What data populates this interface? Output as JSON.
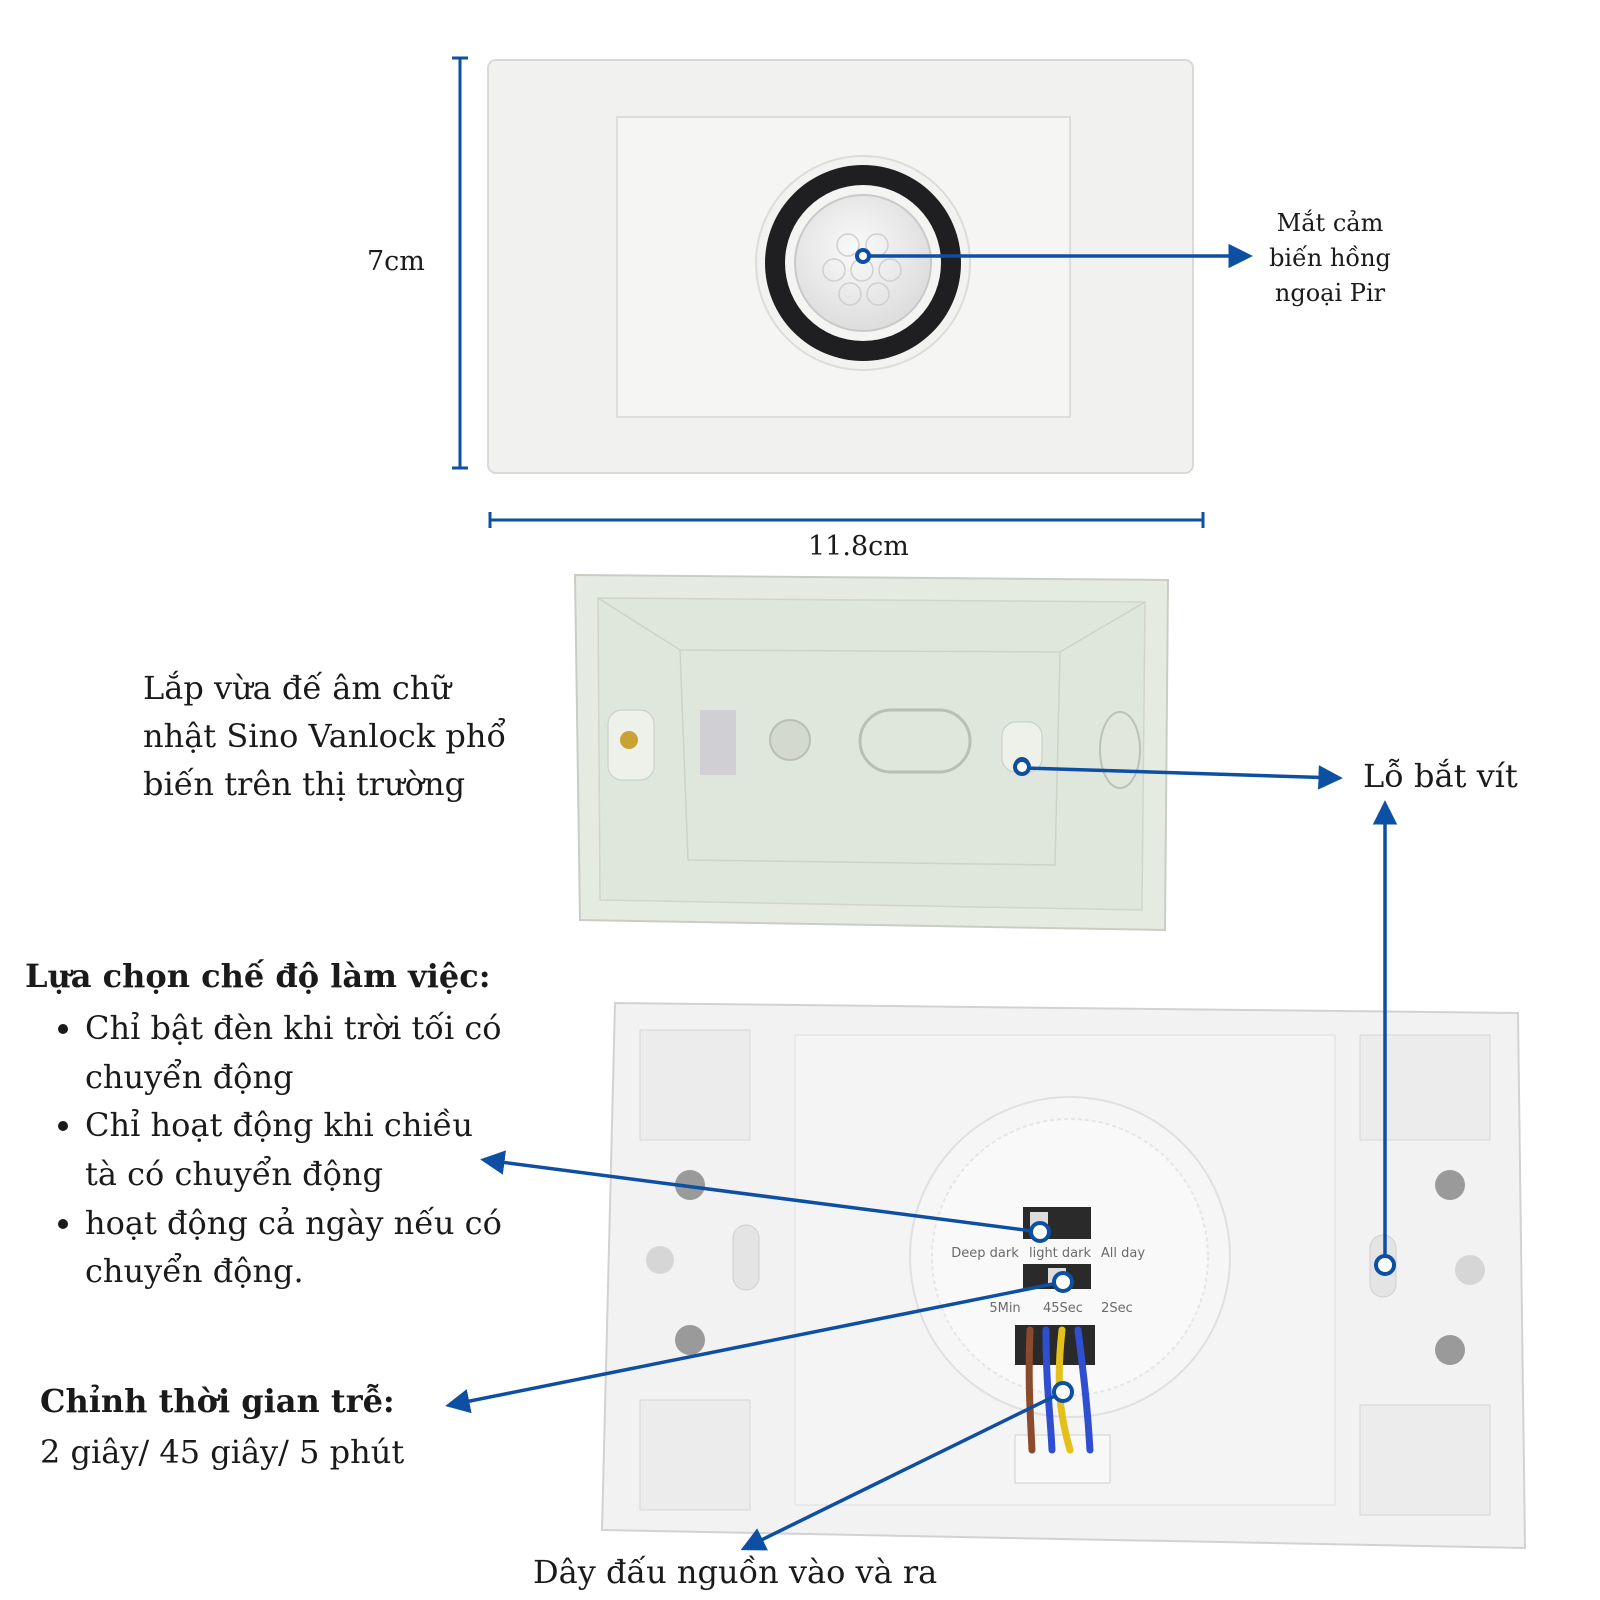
{
  "dimensions": {
    "height": "7cm",
    "width": "11.8cm"
  },
  "pir_callout": "Mắt cảm\nbiến hồng\nngoại Pir",
  "box_note": "Lắp vừa đế âm chữ\nnhật Sino Vanlock phổ\nbiến trên thị trường",
  "screw_hole": "Lỗ bắt vít",
  "mode_select": {
    "heading": "Lựa chọn chế độ làm việc:",
    "items": [
      "Chỉ bật đèn khi trời tối có\nchuyển động",
      "Chỉ hoạt động khi chiều\ntà có chuyển động",
      "hoạt động cả ngày nếu có\nchuyển động."
    ]
  },
  "delay": {
    "heading": "Chỉnh thời gian trễ:",
    "options": "2 giây/ 45 giây/ 5 phút"
  },
  "wires": "Dây đấu nguồn vào và ra",
  "dial_labels": {
    "mode": [
      "Deep dark",
      "light dark",
      "All day"
    ],
    "time": [
      "5Min",
      "45Sec",
      "2Sec"
    ]
  },
  "colors": {
    "accent": "#0d4fa3",
    "wire_brown": "#8b4a2b",
    "wire_blue": "#2f4fd0",
    "wire_yellow": "#e3c11a"
  }
}
